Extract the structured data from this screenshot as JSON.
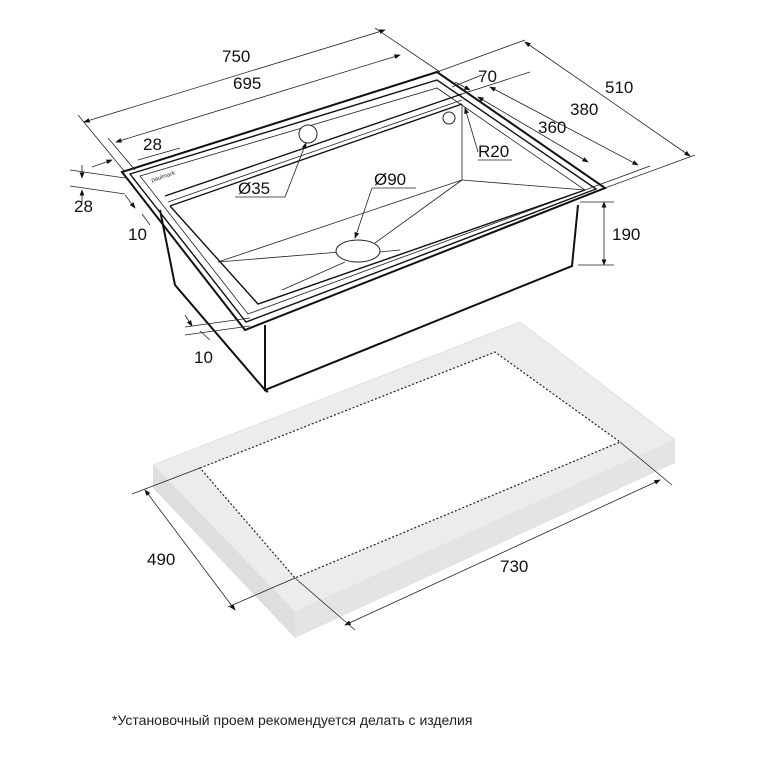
{
  "logo": "paulmark",
  "sink_dimensions": {
    "overall_length": "750",
    "inner_length": "695",
    "offset_left": "28",
    "rim_left": "28",
    "rim_left_thickness": "10",
    "rim_front_thickness": "10",
    "overall_width": "510",
    "inner_width": "380",
    "bowl_width": "360",
    "back_ledge": "70",
    "corner_radius": "R20",
    "tap_hole": "Ø35",
    "drain": "Ø90",
    "depth": "190"
  },
  "cutout_dimensions": {
    "width": "490",
    "length": "730"
  },
  "footnote": "*Установочный проем рекомендуется делать с изделия"
}
